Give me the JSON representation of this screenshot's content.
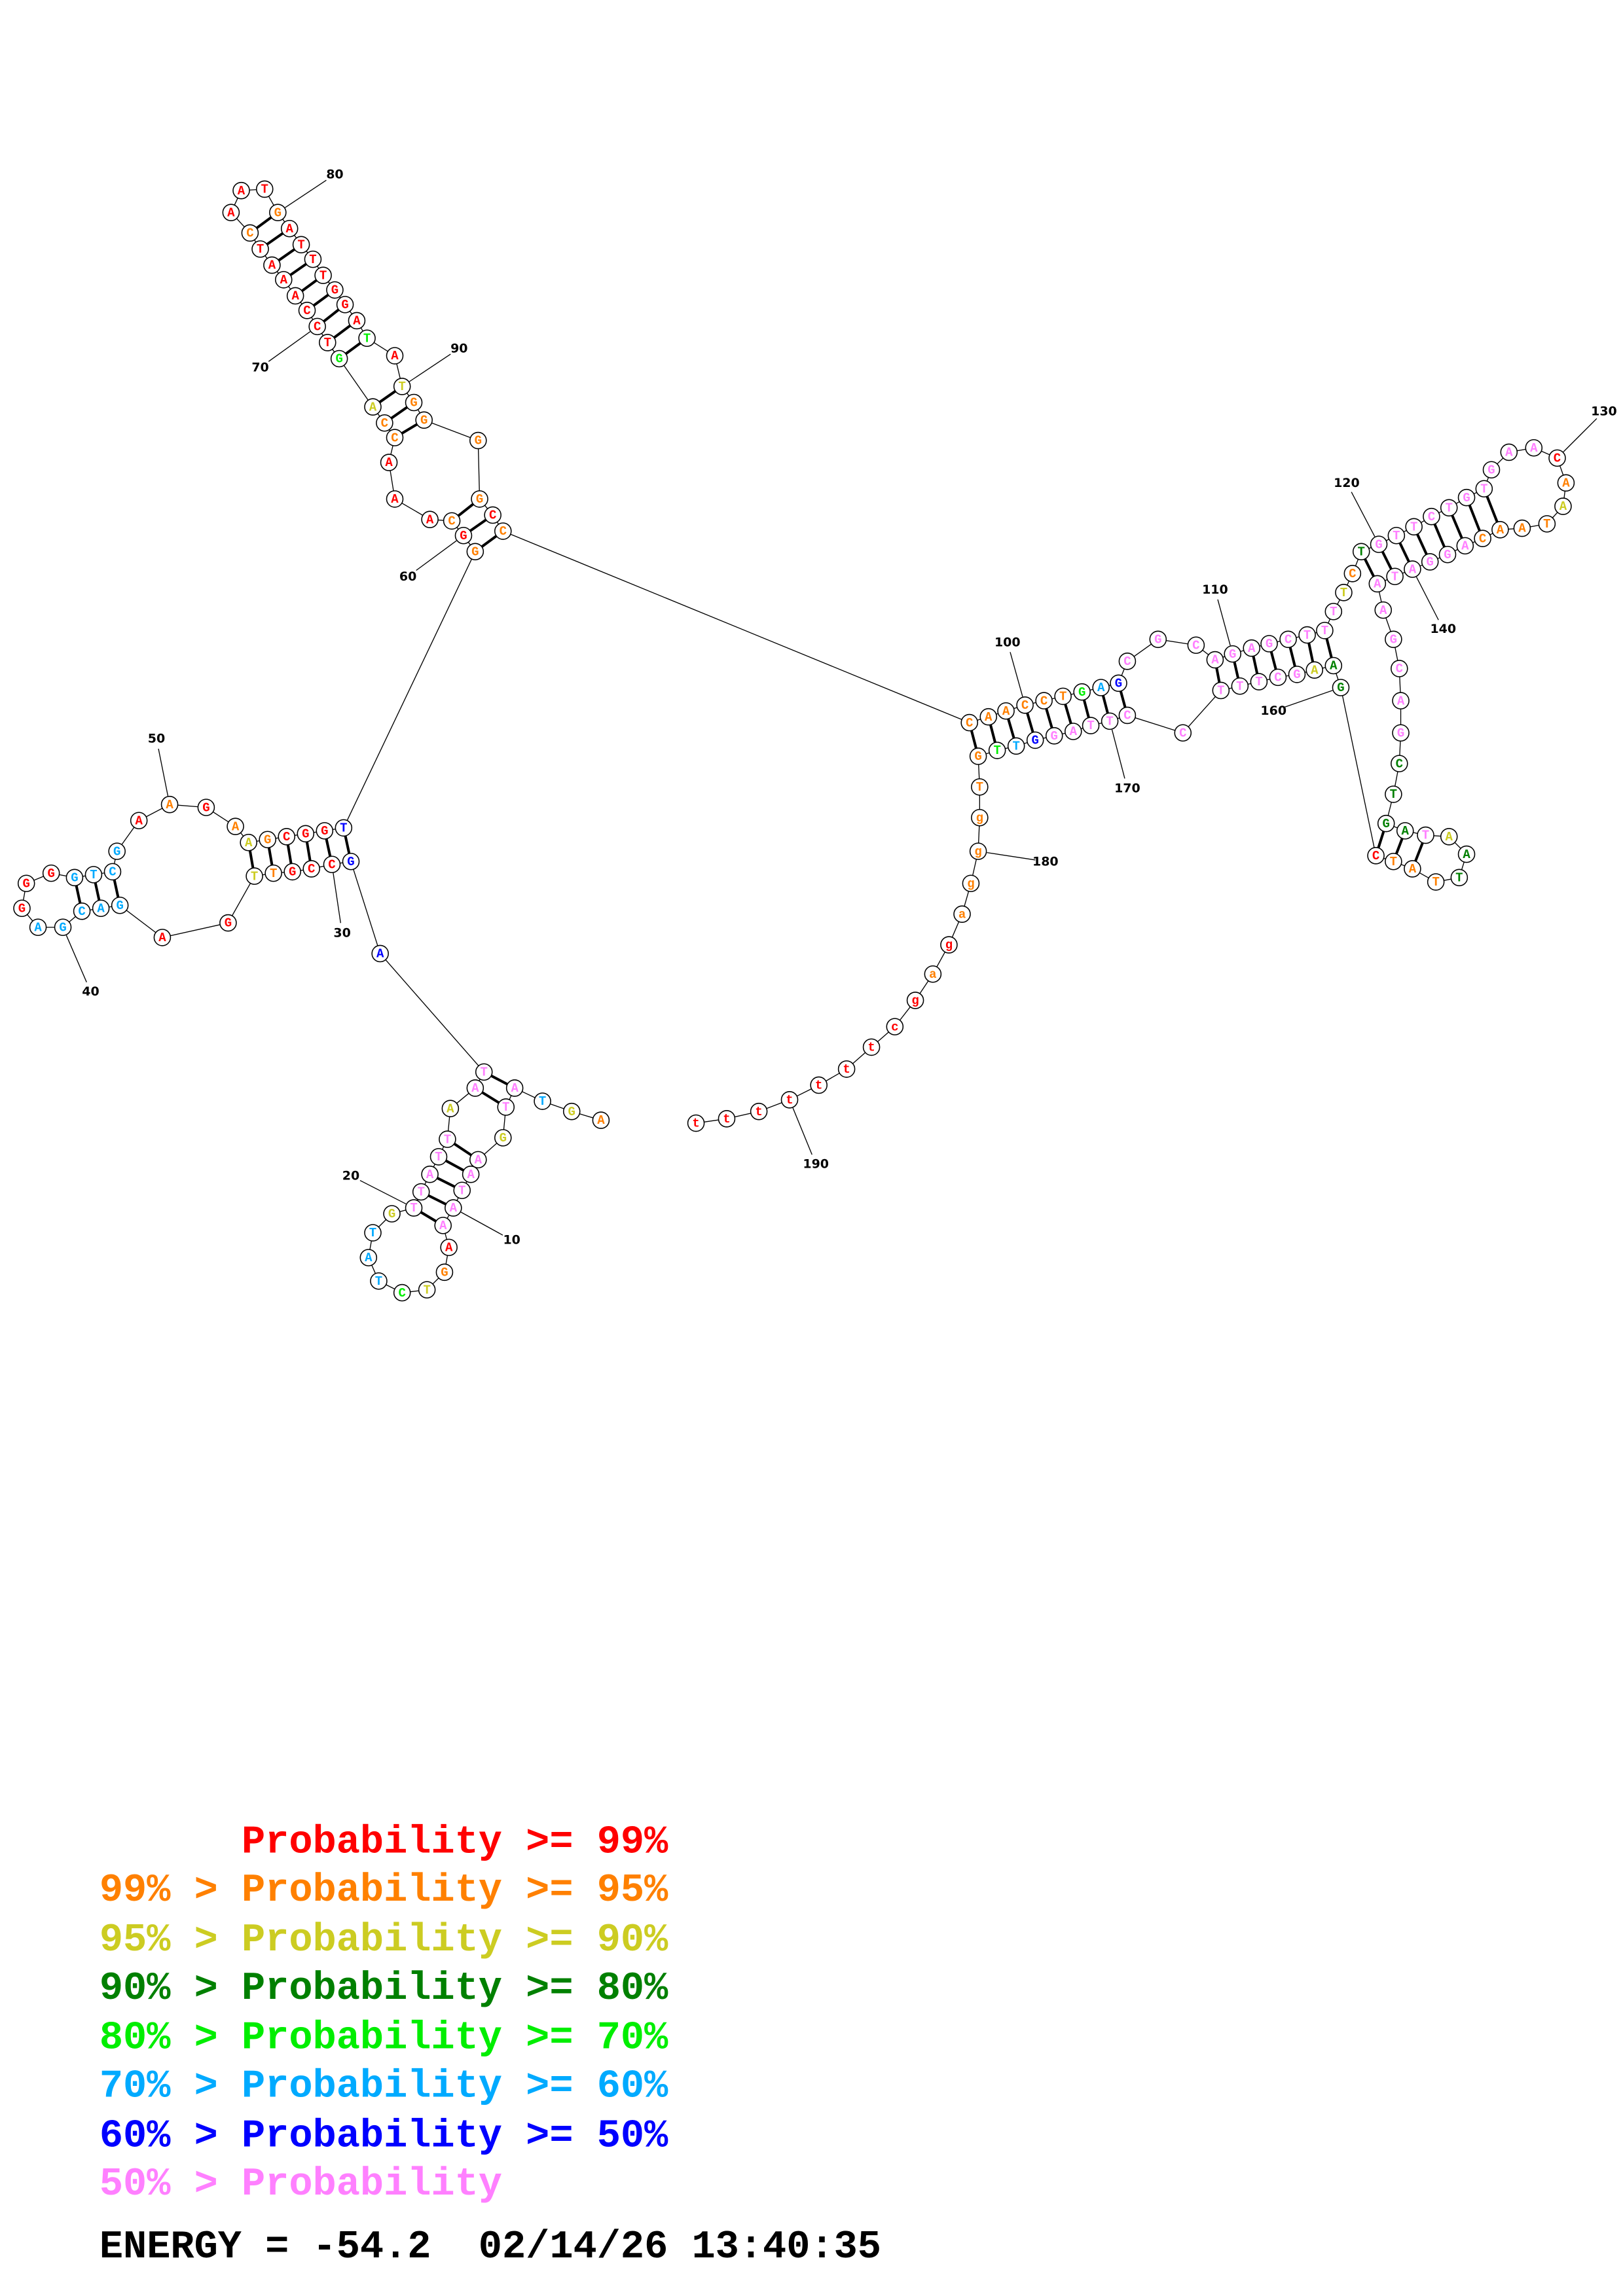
{
  "structure": {
    "sequence": "AGTATGAATAAAGTCTATGTTATTAATAGCCGTTGAGACGAGGGGTCGAAGAAGCGGTGGCAAACCAGTCCAAATCAATGATTTGGATATGGGGCCCAACCTGAGCGCAGAGCTTTTCTGTTCTGTGAACAATAACAGGATAAGCAGCTGATAATTATCGAAGCTTTCCTTAGGTTGTgggagagcttttttt",
    "probability_classes": "oylppyppppproyglllypppppyppbbrrroyrrlllllrrrllllroroyorrrbororrrooygrrrrrrrorrrorrrrrrrgryooooroooooooglbpppppppppppyodpppppppppproyoooopppppppppppddddpyddooorddypppppppppppblgoooooororrrrrrrrrrrrrrr",
    "pairs": [
      [
        4,
        27
      ],
      [
        5,
        26
      ],
      [
        7,
        24
      ],
      [
        8,
        23
      ],
      [
        9,
        22
      ],
      [
        10,
        21
      ],
      [
        11,
        20
      ],
      [
        29,
        58
      ],
      [
        30,
        57
      ],
      [
        31,
        56
      ],
      [
        32,
        55
      ],
      [
        33,
        54
      ],
      [
        34,
        53
      ],
      [
        37,
        47
      ],
      [
        38,
        46
      ],
      [
        39,
        45
      ],
      [
        59,
        96
      ],
      [
        60,
        95
      ],
      [
        61,
        94
      ],
      [
        65,
        92
      ],
      [
        66,
        91
      ],
      [
        67,
        90
      ],
      [
        68,
        88
      ],
      [
        69,
        87
      ],
      [
        70,
        86
      ],
      [
        71,
        85
      ],
      [
        72,
        84
      ],
      [
        73,
        83
      ],
      [
        74,
        82
      ],
      [
        75,
        81
      ],
      [
        76,
        80
      ],
      [
        97,
        177
      ],
      [
        98,
        176
      ],
      [
        99,
        175
      ],
      [
        100,
        174
      ],
      [
        101,
        173
      ],
      [
        102,
        172
      ],
      [
        103,
        171
      ],
      [
        104,
        170
      ],
      [
        105,
        169
      ],
      [
        109,
        167
      ],
      [
        110,
        166
      ],
      [
        111,
        165
      ],
      [
        112,
        164
      ],
      [
        113,
        163
      ],
      [
        114,
        162
      ],
      [
        115,
        161
      ],
      [
        119,
        142
      ],
      [
        120,
        141
      ],
      [
        121,
        140
      ],
      [
        122,
        139
      ],
      [
        123,
        138
      ],
      [
        124,
        137
      ],
      [
        125,
        136
      ],
      [
        126,
        135
      ],
      [
        150,
        159
      ],
      [
        151,
        158
      ],
      [
        152,
        157
      ]
    ],
    "position_labels": [
      "10",
      "20",
      "30",
      "40",
      "50",
      "60",
      "70",
      "80",
      "90",
      "100",
      "110",
      "120",
      "130",
      "140",
      "160",
      "170",
      "180",
      "190"
    ]
  },
  "class_colors": {
    "r": "#ff0000",
    "o": "#ff8000",
    "y": "#cccc22",
    "d": "#008000",
    "g": "#00ee00",
    "l": "#00aaff",
    "b": "#0000ff",
    "p": "#ff80ff"
  },
  "legend": [
    {
      "text": "      Probability >= 99%",
      "color": "#ff0000"
    },
    {
      "text": "99% > Probability >= 95%",
      "color": "#ff8000"
    },
    {
      "text": "95% > Probability >= 90%",
      "color": "#cccc22"
    },
    {
      "text": "90% > Probability >= 80%",
      "color": "#008000"
    },
    {
      "text": "80% > Probability >= 70%",
      "color": "#00ee00"
    },
    {
      "text": "70% > Probability >= 60%",
      "color": "#00aaff"
    },
    {
      "text": "60% > Probability >= 50%",
      "color": "#0000ff"
    },
    {
      "text": "50% > Probability",
      "color": "#ff80ff"
    }
  ],
  "footer": {
    "energy": "ENERGY = -54.2  02/14/26 13:40:35"
  }
}
